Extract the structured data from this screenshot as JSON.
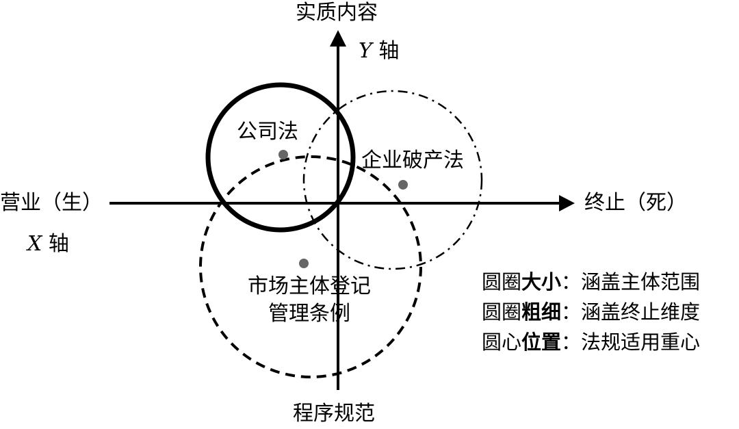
{
  "axes": {
    "y_top": "实质内容",
    "y_name_var": "Y",
    "y_name_text": "轴",
    "y_bottom": "程序规范",
    "x_left": "营业（生）",
    "x_right": "终止（死）",
    "x_name_var": "X",
    "x_name_text": "轴"
  },
  "circles": {
    "company_law": {
      "label": "公司法",
      "line_style": "solid-thick"
    },
    "bankruptcy_law": {
      "label": "企业破产法",
      "line_style": "dash-dot"
    },
    "registration": {
      "label_line1": "市场主体登记",
      "label_line2": "管理条例",
      "line_style": "dashed"
    }
  },
  "legend": [
    {
      "key_plain": "圆圈",
      "key_bold": "大小",
      "colon": "：",
      "value": "涵盖主体范围"
    },
    {
      "key_plain": "圆圈",
      "key_bold": "粗细",
      "colon": "：",
      "value": "涵盖终止维度"
    },
    {
      "key_plain": "圆心",
      "key_bold": "位置",
      "colon": "：",
      "value": "法规适用重心"
    }
  ],
  "colors": {
    "line": "#000000",
    "center_dot": "#666666"
  }
}
